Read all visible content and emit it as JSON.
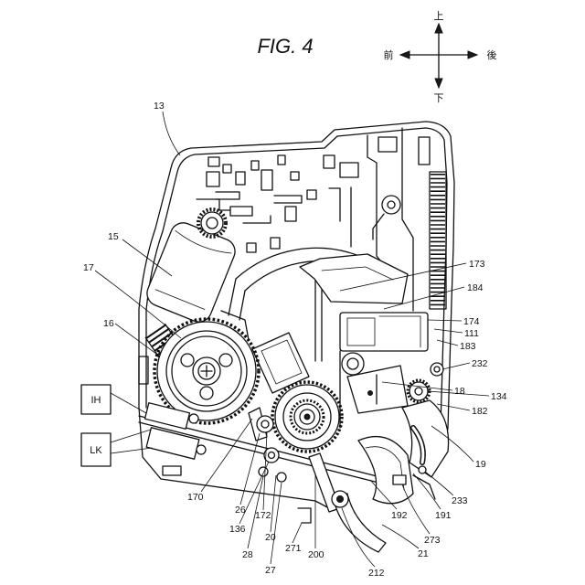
{
  "figure_title": "FIG. 4",
  "orientation": {
    "up": "上",
    "down": "下",
    "front": "前",
    "rear": "後"
  },
  "blocks": {
    "ih": "IH",
    "lk": "LK"
  },
  "reference_numerals": [
    "13",
    "15",
    "17",
    "16",
    "173",
    "184",
    "174",
    "111",
    "183",
    "232",
    "18",
    "134",
    "182",
    "19",
    "233",
    "191",
    "192",
    "273",
    "21",
    "212",
    "200",
    "271",
    "27",
    "20",
    "28",
    "136",
    "172",
    "26",
    "170"
  ]
}
